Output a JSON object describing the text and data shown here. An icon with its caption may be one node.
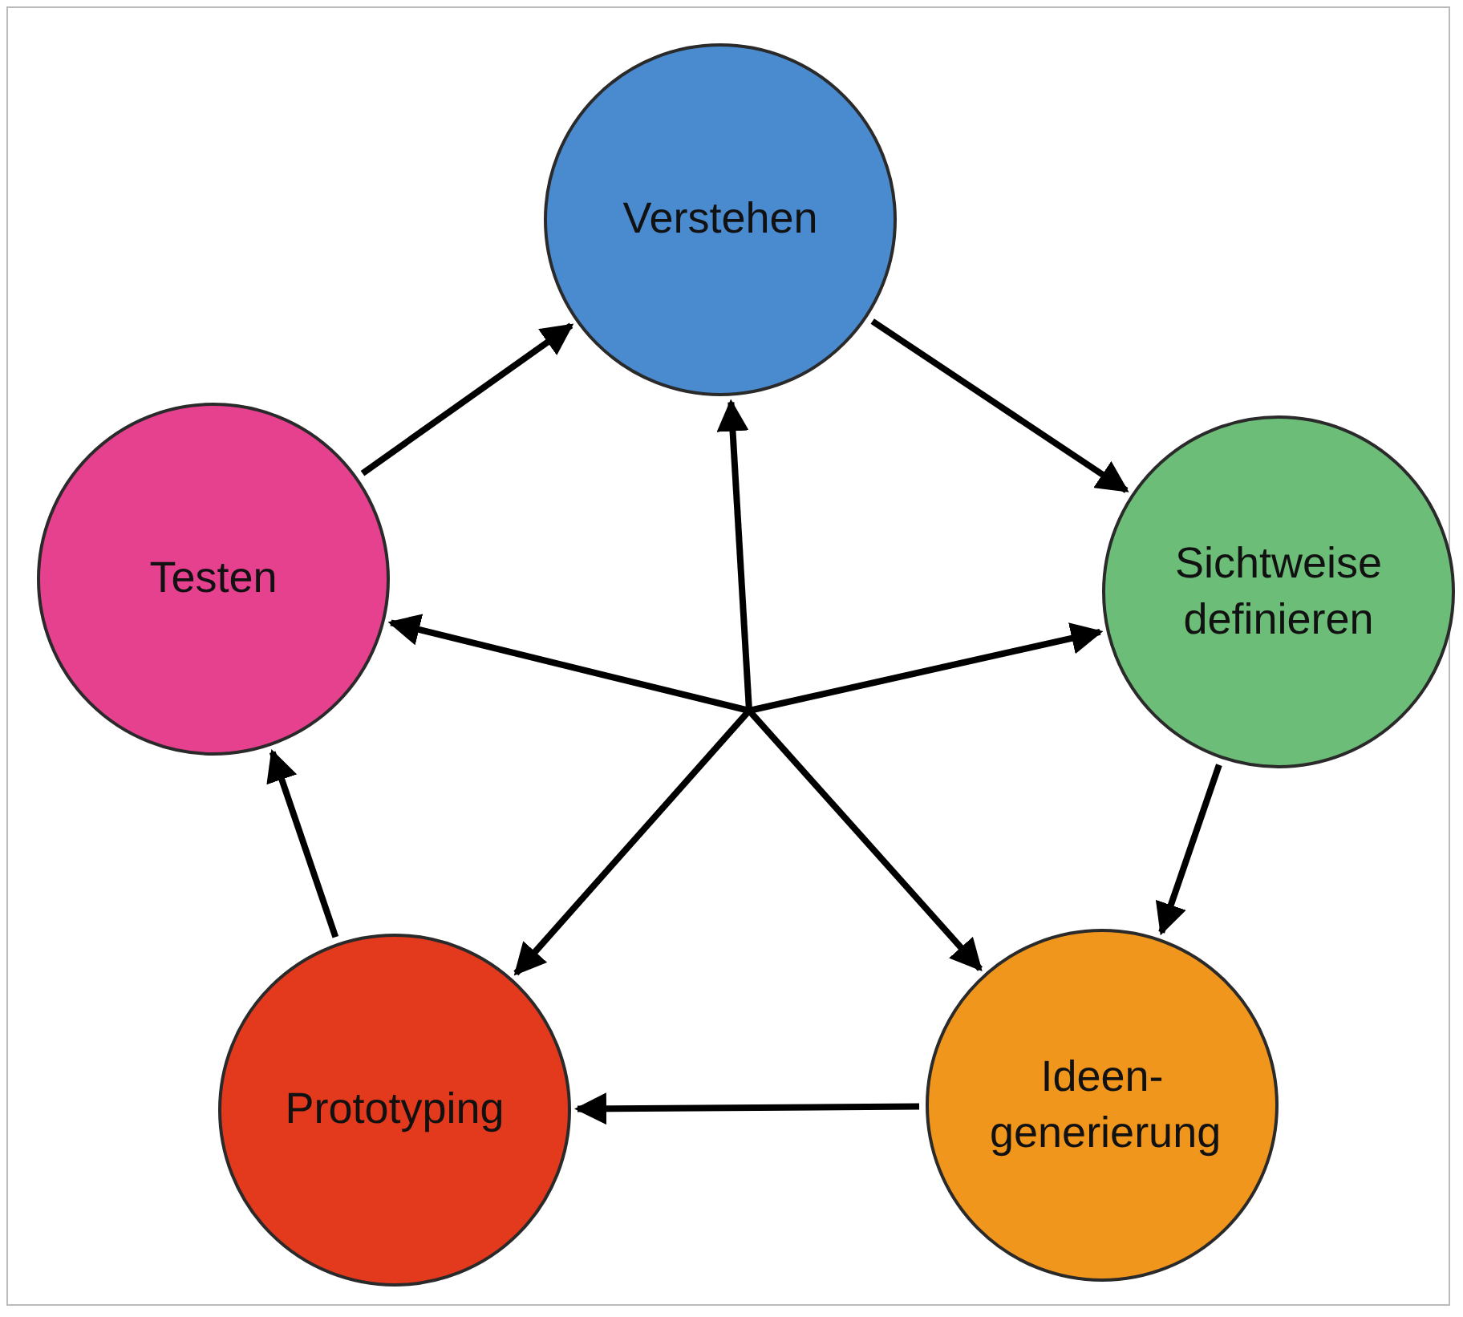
{
  "diagram": {
    "nodes": [
      {
        "text": [
          "Verstehen"
        ]
      },
      {
        "text": [
          "Sichtweise definieren"
        ]
      },
      {
        "text": [
          "Ideen- generierung"
        ]
      },
      {
        "text": [
          "Prototyping"
        ]
      },
      {
        "text": [
          "Testen"
        ]
      }
    ],
    "edges": [
      {
        "from": 0,
        "to": 1,
        "arrow": "to"
      },
      {
        "from": 1,
        "to": 2,
        "arrow": "to"
      },
      {
        "from": 2,
        "to": 3,
        "arrow": "to"
      },
      {
        "from": 3,
        "to": 4,
        "arrow": "to"
      },
      {
        "from": 4,
        "to": 0,
        "arrow": "to"
      },
      {
        "from": null,
        "to": 0,
        "arrow": "to"
      },
      {
        "from": null,
        "to": 1,
        "arrow": "to"
      },
      {
        "from": null,
        "to": 2,
        "arrow": "to"
      },
      {
        "from": null,
        "to": 3,
        "arrow": "to"
      },
      {
        "from": null,
        "to": 4,
        "arrow": "to"
      }
    ]
  }
}
